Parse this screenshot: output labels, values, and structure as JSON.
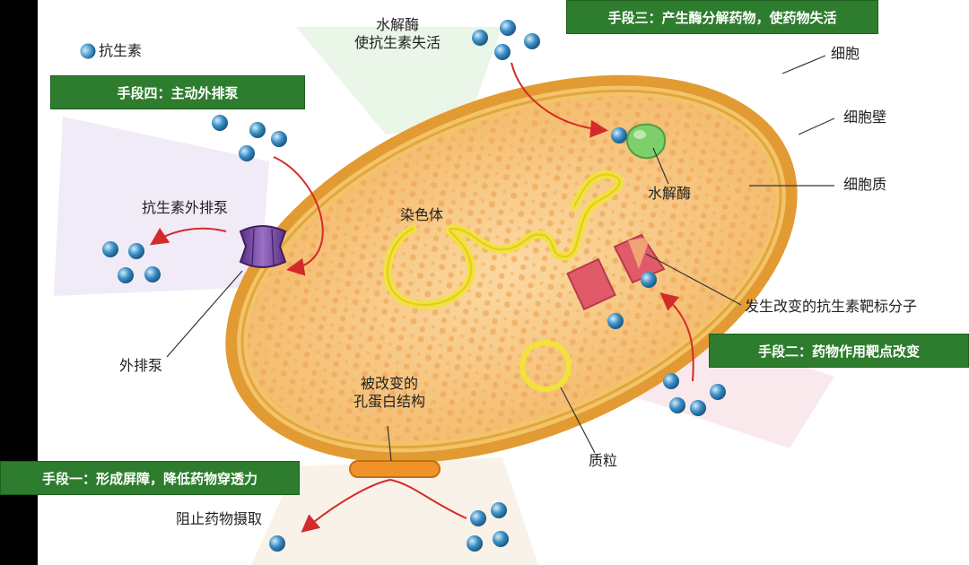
{
  "legend": {
    "antibiotic": "抗生素"
  },
  "banners": {
    "mech1": "手段一：形成屏障，降低药物穿透力",
    "mech2": "手段二：药物作用靶点改变",
    "mech3": "手段三：产生酶分解药物，使药物失活",
    "mech4": "手段四：主动外排泵"
  },
  "labels": {
    "hydrolase_top_line1": "水解酶",
    "hydrolase_top_line2": "使抗生素失活",
    "cell": "细胞",
    "cell_wall": "细胞壁",
    "cytoplasm": "细胞质",
    "hydrolase": "水解酶",
    "chromosome": "染色体",
    "efflux_pump_antibiotic": "抗生素外排泵",
    "efflux_pump": "外排泵",
    "target_molecule": "发生改变的抗生素靶标分子",
    "plasmid": "质粒",
    "porin_line1": "被改变的",
    "porin_line2": "孔蛋白结构",
    "block_uptake": "阻止药物摄取"
  },
  "colors": {
    "banner_green": "#2e7d2e",
    "cell_outer": "#e8a33a",
    "cell_inner": "#f7c27a",
    "antibiotic_blue": "#3b8fc7",
    "enzyme_green": "#7ccf6b",
    "pump_purple": "#7b4fa3",
    "target_red": "#e05a6a",
    "chromosome_yellow": "#f2e23a",
    "arrow_red": "#d42a2a"
  }
}
